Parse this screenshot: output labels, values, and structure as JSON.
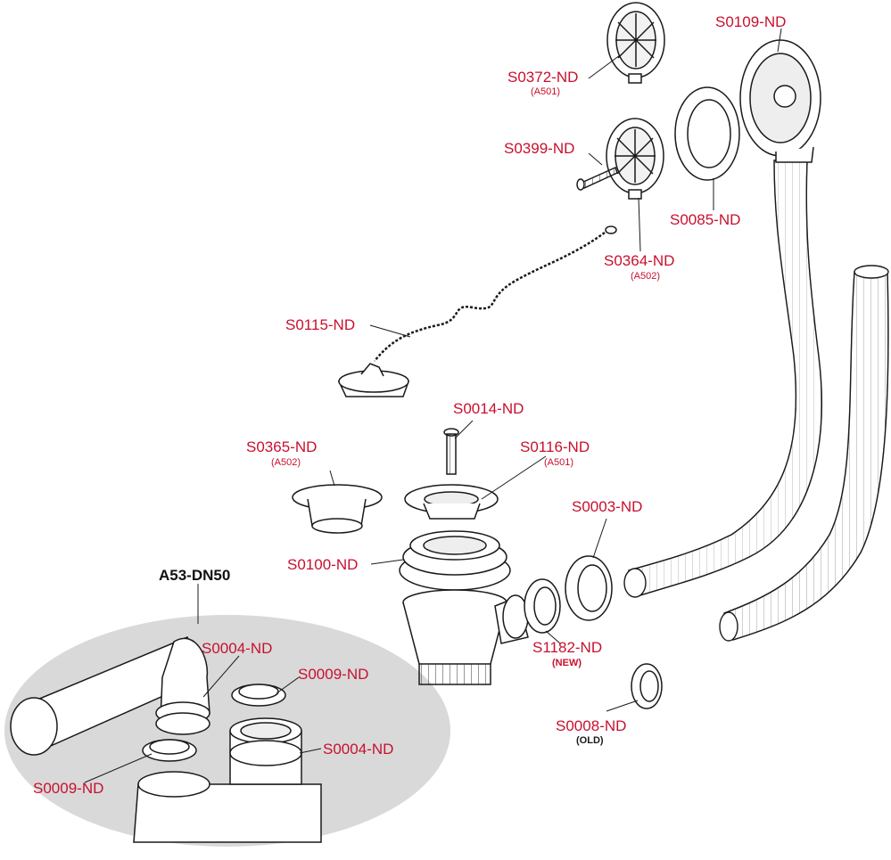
{
  "title": "A53-DN50",
  "colors": {
    "label": "#c8102e",
    "line": "#1a1a1a",
    "ellipse": "#d9d9d9"
  },
  "parts": [
    {
      "code": "S0109-ND"
    },
    {
      "code": "S0372-ND",
      "sub": "(A501)"
    },
    {
      "code": "S0399-ND"
    },
    {
      "code": "S0085-ND"
    },
    {
      "code": "S0364-ND",
      "sub": "(A502)"
    },
    {
      "code": "S0115-ND"
    },
    {
      "code": "S0014-ND"
    },
    {
      "code": "S0365-ND",
      "sub": "(A502)"
    },
    {
      "code": "S0116-ND",
      "sub": "(A501)"
    },
    {
      "code": "S0003-ND"
    },
    {
      "code": "S0100-ND"
    },
    {
      "code": "S1182-ND",
      "note": "(NEW)"
    },
    {
      "code": "S0008-ND",
      "note": "(OLD)"
    },
    {
      "code": "S0004-ND"
    },
    {
      "code": "S0009-ND"
    },
    {
      "code": "S0004-ND"
    },
    {
      "code": "S0009-ND"
    }
  ]
}
